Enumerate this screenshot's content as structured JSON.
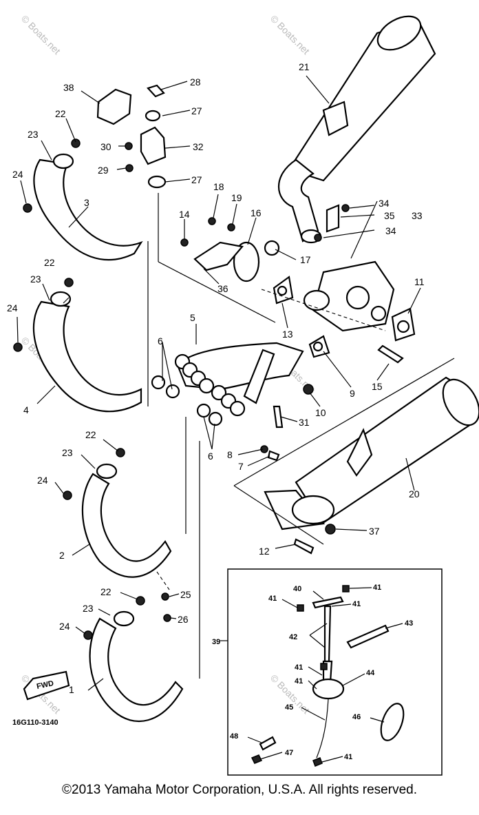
{
  "diagram": {
    "code": "16G110-3140",
    "arrow_text": "FWD",
    "callouts": [
      {
        "id": "c1",
        "text": "1"
      },
      {
        "id": "c2",
        "text": "2"
      },
      {
        "id": "c3",
        "text": "3"
      },
      {
        "id": "c4",
        "text": "4"
      },
      {
        "id": "c5",
        "text": "5"
      },
      {
        "id": "c6a",
        "text": "6"
      },
      {
        "id": "c6b",
        "text": "6"
      },
      {
        "id": "c7",
        "text": "7"
      },
      {
        "id": "c8",
        "text": "8"
      },
      {
        "id": "c9",
        "text": "9"
      },
      {
        "id": "c10",
        "text": "10"
      },
      {
        "id": "c11",
        "text": "11"
      },
      {
        "id": "c12",
        "text": "12"
      },
      {
        "id": "c13",
        "text": "13"
      },
      {
        "id": "c14",
        "text": "14"
      },
      {
        "id": "c15",
        "text": "15"
      },
      {
        "id": "c16",
        "text": "16"
      },
      {
        "id": "c17",
        "text": "17"
      },
      {
        "id": "c18",
        "text": "18"
      },
      {
        "id": "c19",
        "text": "19"
      },
      {
        "id": "c20",
        "text": "20"
      },
      {
        "id": "c21",
        "text": "21"
      },
      {
        "id": "c22a",
        "text": "22"
      },
      {
        "id": "c22b",
        "text": "22"
      },
      {
        "id": "c22c",
        "text": "22"
      },
      {
        "id": "c22d",
        "text": "22"
      },
      {
        "id": "c23a",
        "text": "23"
      },
      {
        "id": "c23b",
        "text": "23"
      },
      {
        "id": "c23c",
        "text": "23"
      },
      {
        "id": "c23d",
        "text": "23"
      },
      {
        "id": "c24a",
        "text": "24"
      },
      {
        "id": "c24b",
        "text": "24"
      },
      {
        "id": "c24c",
        "text": "24"
      },
      {
        "id": "c24d",
        "text": "24"
      },
      {
        "id": "c25",
        "text": "25"
      },
      {
        "id": "c26",
        "text": "26"
      },
      {
        "id": "c27a",
        "text": "27"
      },
      {
        "id": "c27b",
        "text": "27"
      },
      {
        "id": "c28",
        "text": "28"
      },
      {
        "id": "c29",
        "text": "29"
      },
      {
        "id": "c30",
        "text": "30"
      },
      {
        "id": "c31",
        "text": "31"
      },
      {
        "id": "c32",
        "text": "32"
      },
      {
        "id": "c33",
        "text": "33"
      },
      {
        "id": "c34a",
        "text": "34"
      },
      {
        "id": "c34b",
        "text": "34"
      },
      {
        "id": "c35",
        "text": "35"
      },
      {
        "id": "c36",
        "text": "36"
      },
      {
        "id": "c37",
        "text": "37"
      },
      {
        "id": "c38",
        "text": "38"
      },
      {
        "id": "c39",
        "text": "39"
      },
      {
        "id": "c40",
        "text": "40"
      },
      {
        "id": "c41a",
        "text": "41"
      },
      {
        "id": "c41b",
        "text": "41"
      },
      {
        "id": "c41c",
        "text": "41"
      },
      {
        "id": "c41d",
        "text": "41"
      },
      {
        "id": "c41e",
        "text": "41"
      },
      {
        "id": "c41f",
        "text": "41"
      },
      {
        "id": "c42",
        "text": "42"
      },
      {
        "id": "c43",
        "text": "43"
      },
      {
        "id": "c44",
        "text": "44"
      },
      {
        "id": "c45",
        "text": "45"
      },
      {
        "id": "c46",
        "text": "46"
      },
      {
        "id": "c47",
        "text": "47"
      },
      {
        "id": "c48",
        "text": "48"
      }
    ]
  },
  "watermark": "© Boats.net",
  "copyright": "©2013 Yamaha Motor Corporation, U.S.A. All rights reserved."
}
